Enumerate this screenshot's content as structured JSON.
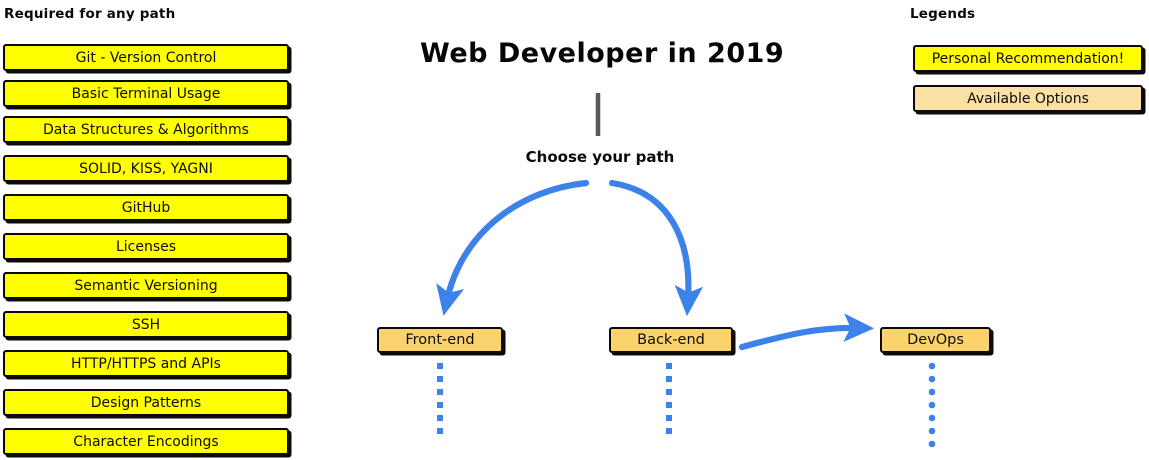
{
  "page": {
    "title": "Web Developer in 2019",
    "background_color": "#FFFFFF"
  },
  "colors": {
    "recommendation_yellow": "#FFFF00",
    "available_option_orange": "#FBD26B",
    "legend_option_orange": "#FAE0A5",
    "arrow_blue": "#3C82E8",
    "outline_black": "#0B0B0B",
    "connector_gray": "#595959"
  },
  "required_section": {
    "heading": "Required for any path",
    "items": [
      {
        "label": "Git - Version Control",
        "style": "yellow"
      },
      {
        "label": "Basic Terminal Usage",
        "style": "yellow"
      },
      {
        "label": "Data Structures & Algorithms",
        "style": "yellow"
      },
      {
        "label": "SOLID, KISS, YAGNI",
        "style": "yellow"
      },
      {
        "label": "GitHub",
        "style": "yellow"
      },
      {
        "label": "Licenses",
        "style": "yellow"
      },
      {
        "label": "Semantic Versioning",
        "style": "yellow"
      },
      {
        "label": "SSH",
        "style": "yellow"
      },
      {
        "label": "HTTP/HTTPS and APIs",
        "style": "yellow"
      },
      {
        "label": "Design Patterns",
        "style": "yellow"
      },
      {
        "label": "Character Encodings",
        "style": "yellow"
      }
    ]
  },
  "legend_section": {
    "heading": "Legends",
    "items": [
      {
        "label": "Personal Recommendation!",
        "style": "yellow"
      },
      {
        "label": "Available Options",
        "style": "lightorange"
      }
    ]
  },
  "flow": {
    "choose_path_label": "Choose your path",
    "paths": [
      {
        "label": "Front-end",
        "style": "orange",
        "dots": 6
      },
      {
        "label": "Back-end",
        "style": "orange",
        "dots": 6
      },
      {
        "label": "DevOps",
        "style": "orange",
        "dots": 7
      }
    ]
  }
}
